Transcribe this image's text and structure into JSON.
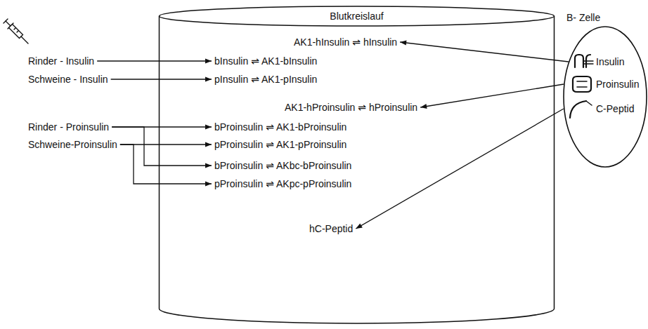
{
  "diagram": {
    "nodes": [
      {
        "text": [
          "Blutkreislauf"
        ]
      },
      {
        "text": [
          "Rinder - Insulin"
        ]
      },
      {
        "text": [
          "Schweine - Insulin"
        ]
      },
      {
        "text": [
          "Rinder - Proinsulin"
        ]
      },
      {
        "text": [
          "Schweine-Proinsulin"
        ]
      },
      {
        "text": [
          "AK1-hInsulin ⇌ hInsulin"
        ],
        "in": 0
      },
      {
        "text": [
          "bInsulin ⇌ AK1-bInsulin"
        ],
        "in": 0
      },
      {
        "text": [
          "pInsulin ⇌ AK1-pInsulin"
        ],
        "in": 0
      },
      {
        "text": [
          "AK1-hProinsulin ⇌ hProinsulin"
        ],
        "in": 0
      },
      {
        "text": [
          "bProinsulin ⇌ AK1-bProinsulin"
        ],
        "in": 0
      },
      {
        "text": [
          "pProinsulin ⇌ AK1-pProinsulin"
        ],
        "in": 0
      },
      {
        "text": [
          "bProinsulin ⇌ AKbc-bProinsulin"
        ],
        "in": 0
      },
      {
        "text": [
          "pProinsulin ⇌ AKpc-pProinsulin"
        ],
        "in": 0
      },
      {
        "text": [
          "hC-Peptid"
        ],
        "in": 0
      },
      {
        "text": [
          "B- Zelle",
          "Insulin",
          "Proinsulin",
          "C-Peptid"
        ]
      }
    ],
    "edges": [
      {
        "from": 1,
        "to": 6,
        "arrow": "to"
      },
      {
        "from": 2,
        "to": 7,
        "arrow": "to"
      },
      {
        "from": 3,
        "to": 9,
        "arrow": "to"
      },
      {
        "from": 4,
        "to": 10,
        "arrow": "to"
      },
      {
        "from": 3,
        "to": 11,
        "arrow": "to"
      },
      {
        "from": 4,
        "to": 12,
        "arrow": "to"
      },
      {
        "from": 14,
        "to": 5,
        "arrow": "to"
      },
      {
        "from": 14,
        "to": 8,
        "arrow": "to"
      },
      {
        "from": 14,
        "to": 13,
        "arrow": "to"
      }
    ]
  }
}
